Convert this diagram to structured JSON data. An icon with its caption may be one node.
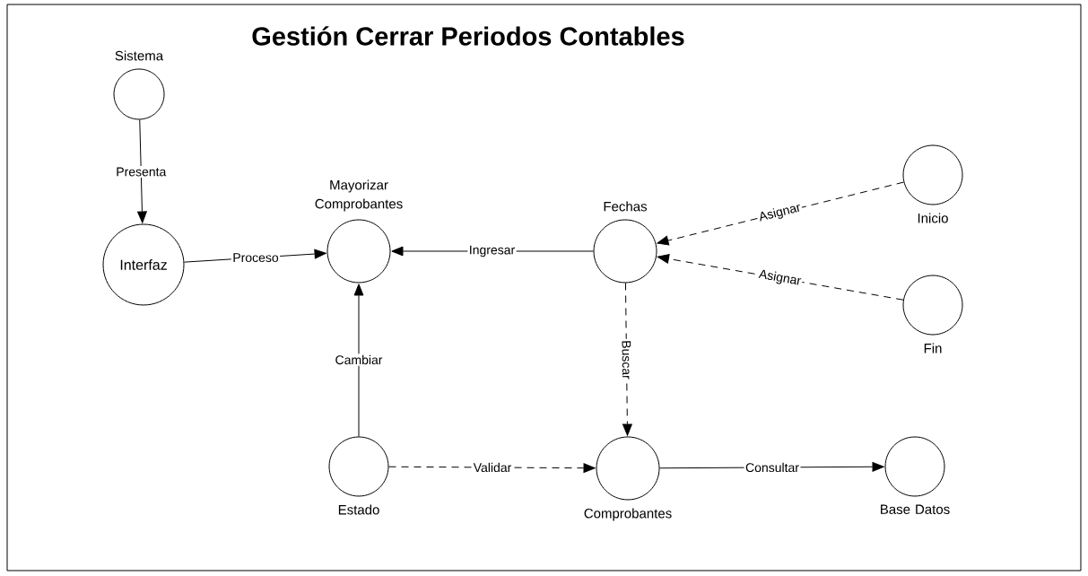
{
  "diagram": {
    "title": "Gestión Cerrar Periodos Contables",
    "nodes": [
      {
        "text": [
          "Sistema"
        ]
      },
      {
        "text": [
          "Interfaz"
        ]
      },
      {
        "text": [
          "Mayorizar Comprobantes"
        ]
      },
      {
        "text": [
          "Fechas"
        ]
      },
      {
        "text": [
          "Inicio"
        ]
      },
      {
        "text": [
          "Fin"
        ]
      },
      {
        "text": [
          "Estado"
        ]
      },
      {
        "text": [
          "Comprobantes"
        ]
      },
      {
        "text": [
          "Base Datos"
        ]
      }
    ],
    "edges": [
      {
        "from": 0,
        "to": 1,
        "arrow": "to",
        "label": "Presenta"
      },
      {
        "from": 1,
        "to": 2,
        "arrow": "to",
        "label": "Proceso"
      },
      {
        "from": 3,
        "to": 2,
        "arrow": "to",
        "label": "Ingresar"
      },
      {
        "from": 4,
        "to": 3,
        "arrow": "to",
        "label": "Asignar",
        "style": "dashed"
      },
      {
        "from": 5,
        "to": 3,
        "arrow": "to",
        "label": "Asignar",
        "style": "dashed"
      },
      {
        "from": 3,
        "to": 7,
        "arrow": "to",
        "label": "Buscar",
        "style": "dashed"
      },
      {
        "from": 6,
        "to": 2,
        "arrow": "to",
        "label": "Cambiar"
      },
      {
        "from": 6,
        "to": 7,
        "arrow": "to",
        "label": "Validar",
        "style": "dashed"
      },
      {
        "from": 7,
        "to": 8,
        "arrow": "to",
        "label": "Consultar"
      }
    ]
  }
}
